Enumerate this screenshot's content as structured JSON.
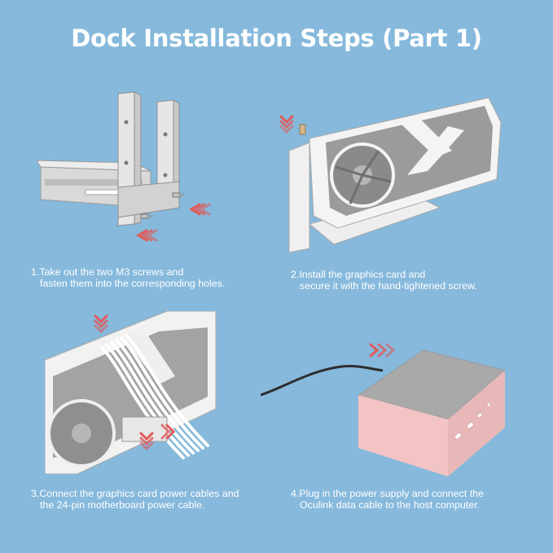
{
  "title": "Dock Installation Steps (Part 1)",
  "steps": [
    {
      "line1": "1.Take out the two M3 screws and",
      "line2": "fasten them into the corresponding holes."
    },
    {
      "line1": "2.Install the graphics card and",
      "line2": "secure it with the hand-tightened screw."
    },
    {
      "line1": "3.Connect the graphics card power cables and",
      "line2": "the 24-pin motherboard power cable."
    },
    {
      "line1": "4.Plug in the power supply and connect the",
      "line2": "Oculink data cable to the host computer."
    }
  ],
  "colors": {
    "background": "#86b9dc",
    "text": "#ffffff",
    "arrow": "#e05a5a",
    "device_pink": "#f2c4c4"
  }
}
